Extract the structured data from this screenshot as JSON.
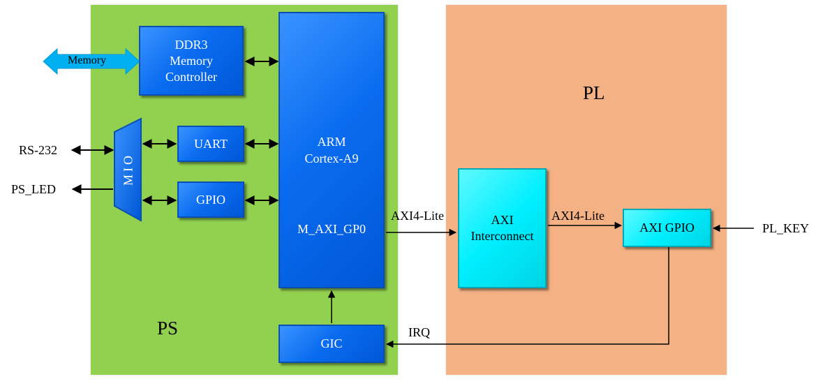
{
  "regions": {
    "ps": "PS",
    "pl": "PL"
  },
  "blocks": {
    "ddr3": [
      "DDR3",
      "Memory",
      "Controller"
    ],
    "uart": "UART",
    "gpio": "GPIO",
    "mio": "MIO",
    "arm": [
      "ARM",
      "Cortex-A9"
    ],
    "arm_port": "M_AXI_GP0",
    "gic": "GIC",
    "axi_interconnect": [
      "AXI",
      "Interconnect"
    ],
    "axi_gpio": "AXI GPIO"
  },
  "signals": {
    "memory": "Memory",
    "rs232": "RS-232",
    "ps_led": "PS_LED",
    "axi4lite_1": "AXI4-Lite",
    "axi4lite_2": "AXI4-Lite",
    "pl_key": "PL_KEY",
    "irq": "IRQ"
  },
  "colors": {
    "ps_bg": "#92d050",
    "pl_bg": "#f4b183",
    "block_blue": "#0a6cf0",
    "block_cyan": "#00efff",
    "memory_arrow": "#00b0f0"
  }
}
